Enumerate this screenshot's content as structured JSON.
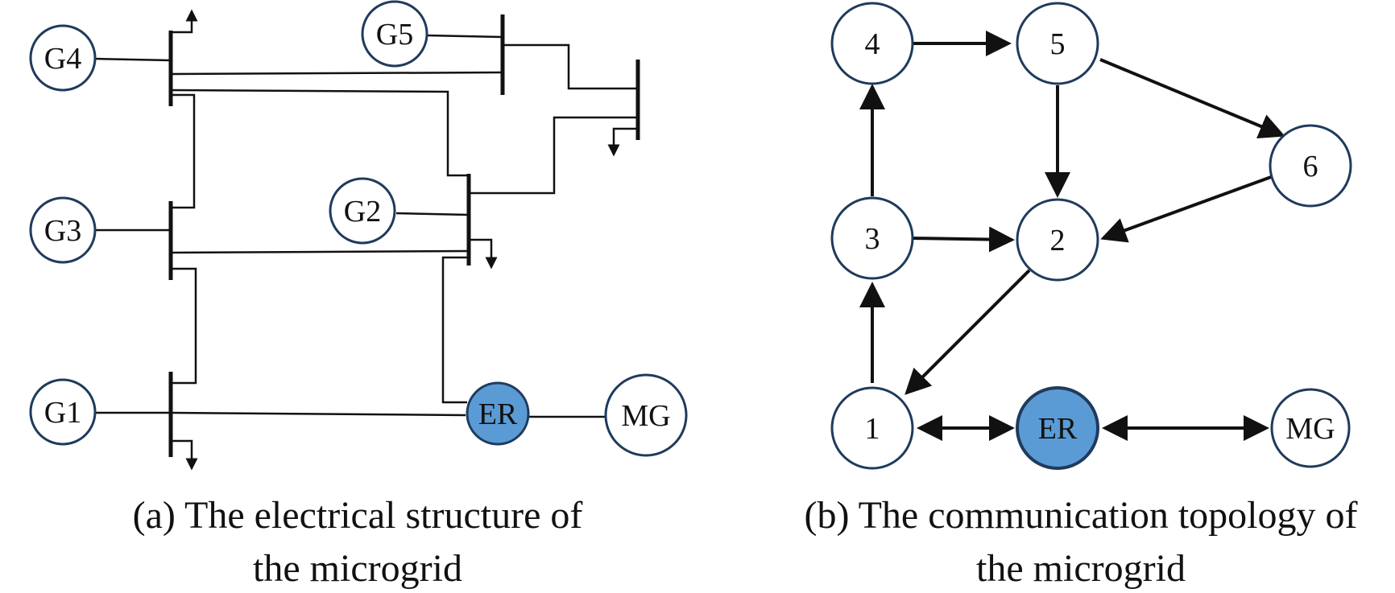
{
  "colors": {
    "highlight": "#5b9bd5",
    "outline": "#1f3b5c"
  },
  "panel_a": {
    "generators": [
      "G1",
      "G2",
      "G3",
      "G4",
      "G5"
    ],
    "router": "ER",
    "grid": "MG",
    "caption_line1": "(a) The electrical structure of",
    "caption_line2": "the microgrid"
  },
  "panel_b": {
    "nodes": [
      "1",
      "2",
      "3",
      "4",
      "5",
      "6",
      "ER",
      "MG"
    ],
    "edges": [
      {
        "from": "4",
        "to": "5",
        "direction": "forward"
      },
      {
        "from": "5",
        "to": "6",
        "direction": "forward"
      },
      {
        "from": "5",
        "to": "2",
        "direction": "forward"
      },
      {
        "from": "6",
        "to": "2",
        "direction": "forward"
      },
      {
        "from": "3",
        "to": "4",
        "direction": "forward"
      },
      {
        "from": "3",
        "to": "2",
        "direction": "forward"
      },
      {
        "from": "1",
        "to": "3",
        "direction": "forward"
      },
      {
        "from": "2",
        "to": "1",
        "direction": "forward"
      },
      {
        "from": "1",
        "to": "ER",
        "direction": "both"
      },
      {
        "from": "ER",
        "to": "MG",
        "direction": "both"
      }
    ],
    "caption_line1": "(b) The communication topology of",
    "caption_line2": "the microgrid"
  }
}
